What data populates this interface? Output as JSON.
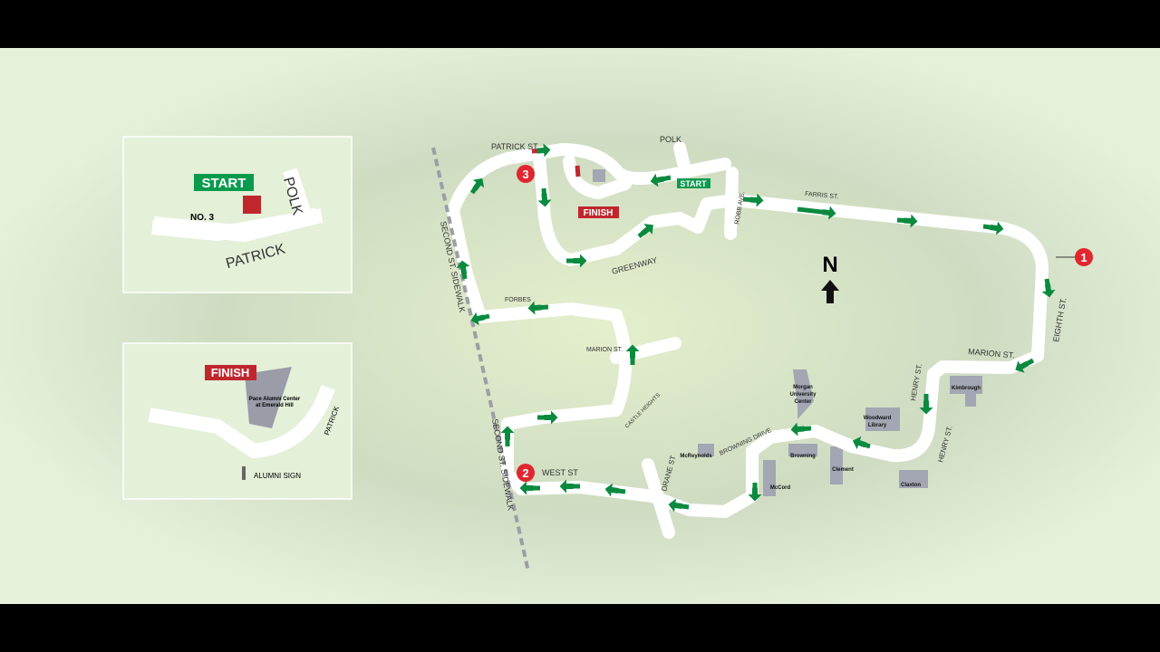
{
  "inset_start": {
    "badge": "START",
    "no3": "NO. 3",
    "polk": "POLK",
    "patrick": "PATRICK"
  },
  "inset_finish": {
    "badge": "FINISH",
    "building": [
      "Pace Alumni Center",
      "at Emerald Hill"
    ],
    "patrick": "PATRICK",
    "sign": "ALUMNI SIGN"
  },
  "streets": {
    "patrick": "PATRICK ST",
    "polk": "POLK",
    "farris": "FARRIS ST.",
    "robb": "ROBB AVE.",
    "greenway": "GREENWAY",
    "eighth": "EIGHTH ST.",
    "marion_east": "MARION ST.",
    "henry1": "HENRY ST.",
    "henry2": "HENRY ST.",
    "browning": "BROWNING DRIVE",
    "drane": "DRANE ST",
    "west": "WEST ST",
    "second1": "SECOND ST. SIDEWALK",
    "second2": "SECOND ST. SIDEWALK",
    "forbes": "FORBES",
    "marion": "MARION ST.",
    "castle": "CASTLE HEIGHTS"
  },
  "buildings": {
    "muc": [
      "Morgan",
      "University",
      "Center"
    ],
    "woodward": [
      "Woodward",
      "Library"
    ],
    "kimbrough": "Kimbrough",
    "mcreynolds": "McReynolds",
    "browning": "Browning",
    "clement": "Clement",
    "mccord": "McCord",
    "claxton": "Claxton"
  },
  "labels": {
    "start": "START",
    "finish": "FINISH",
    "north": "N"
  },
  "markers": [
    "1",
    "2",
    "3"
  ],
  "colors": {
    "route_arrow": "#0a8a3e",
    "start": "#0a9a4e",
    "finish": "#c0272d",
    "marker": "#e0262e"
  }
}
